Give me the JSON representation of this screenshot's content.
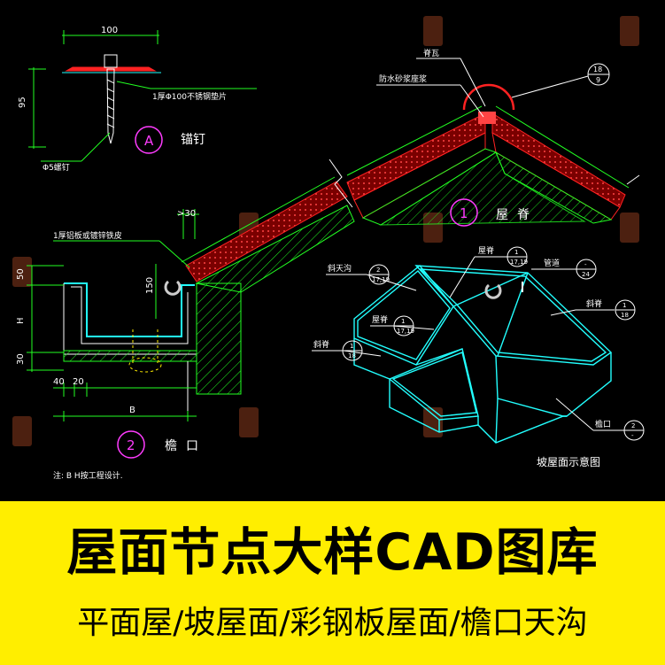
{
  "colors": {
    "background": "#000000",
    "banner": "#ffee00",
    "cad_green": "#22ff22",
    "cad_red": "#ff2222",
    "cad_cyan": "#22ffff",
    "cad_magenta": "#ff3cff",
    "cad_white": "#ffffff"
  },
  "detail_a": {
    "dim_top": "100",
    "dim_side": "95",
    "washer_note": "1厚Φ100不锈钢垫片",
    "nail_note": "Φ5螺钉",
    "circle_label": "A",
    "title": "锚钉"
  },
  "detail_eave": {
    "dim_gt30": ">30",
    "sheet_note": "1厚铝板或镀锌铁皮",
    "dim_150": "150",
    "dim_50": "50",
    "dim_h": "H",
    "dim_30": "30",
    "dim_40": "40",
    "dim_20": "20",
    "dim_b": "B",
    "circle_label": "2",
    "title": "檐口",
    "note": "注: B H按工程设计."
  },
  "detail_ridge": {
    "ridge_tile": "脊瓦",
    "mortar_note": "防水砂浆座浆",
    "ref_top": "18",
    "ref_bottom": "9",
    "circle_label": "1",
    "title": "屋脊"
  },
  "roof_plan": {
    "ridge_label": "屋脊",
    "ridge_ref_top": "1",
    "ridge_ref_bottom": "17,19",
    "valley_label": "斜天沟",
    "valley_ref_top": "2",
    "valley_ref_bottom": "17,19",
    "vent_label": "管道",
    "vent_ref_top": "-",
    "vent_ref_bottom": "24",
    "hip_label_right": "斜脊",
    "hip_right_ref_top": "1",
    "hip_right_ref_bottom": "18",
    "ridge_label_2": "屋脊",
    "ridge2_ref_top": "1",
    "ridge2_ref_bottom": "17,19",
    "hip_label_left": "斜脊",
    "hip_left_ref_top": "1",
    "hip_left_ref_bottom": "18",
    "eave_label": "檐口",
    "eave_ref_top": "2",
    "eave_ref_bottom": "-",
    "caption": "坡屋面示意图"
  },
  "banner": {
    "title": "屋面节点大样CAD图库",
    "subtitle": "平面屋/坡屋面/彩钢板屋面/檐口天沟"
  }
}
